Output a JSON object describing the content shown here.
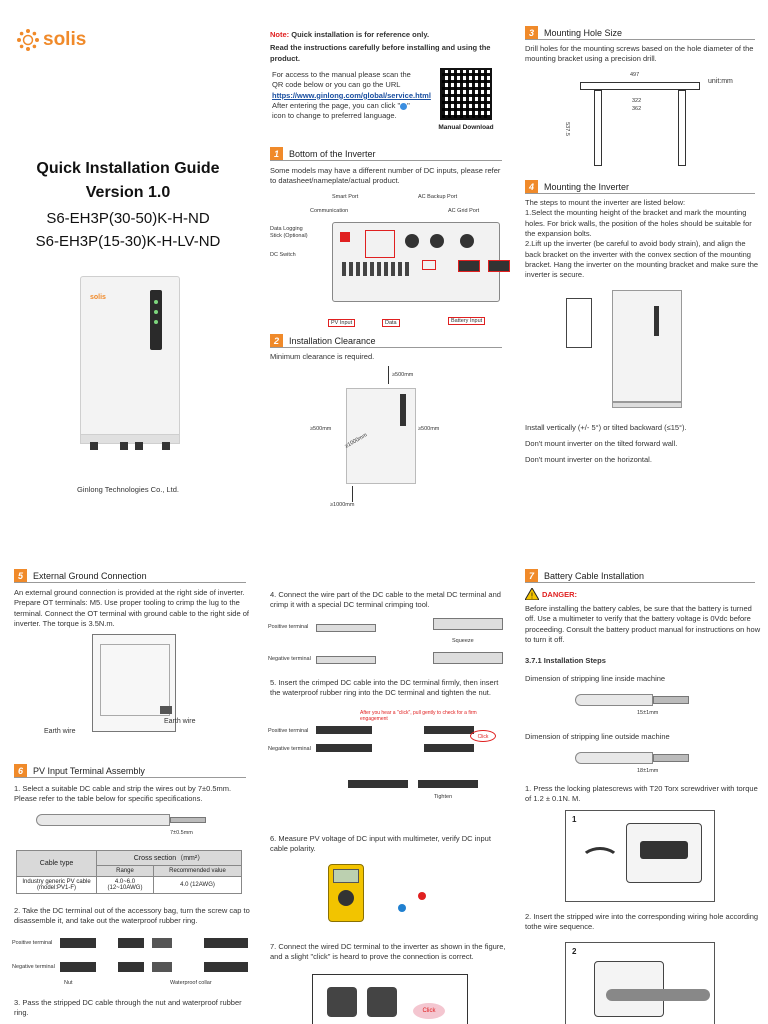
{
  "brand": {
    "logo_text": "solis",
    "color": "#f08a2a"
  },
  "cover": {
    "title": "Quick Installation Guide",
    "version": "Version 1.0",
    "model1": "S6-EH3P(30-50)K-H-ND",
    "model2": "S6-EH3P(15-30)K-H-LV-ND",
    "device_logo": "solis",
    "company": "Ginlong Technologies Co., Ltd."
  },
  "note": {
    "label": "Note:",
    "line1": "Quick installation is for reference only.",
    "line2": "Read the instructions carefully before installing and using the product.",
    "access_text": "For access to the manual please scan the QR code below or you can go the URL",
    "url": "https://www.ginlong.com/global/service.html",
    "after_text1": "After entering the page, you can click \"",
    "after_text2": "\" icon to change to preferred language.",
    "qr_label": "Manual Download"
  },
  "s1": {
    "num": "1",
    "title": "Bottom of the Inverter",
    "text": "Some models may have a different number of DC inputs, please refer to datasheet/nameplate/actual product.",
    "labels": {
      "smart_port": "Smart Port",
      "ac_backup": "AC Backup Port",
      "communication": "Communication",
      "ac_grid": "AC Grid Port",
      "logging1": "Data Logging",
      "logging2": "Stick (Optional)",
      "dc_switch": "DC Switch",
      "pv_input": "PV Input",
      "data": "Data",
      "battery_input": "Battery Input"
    }
  },
  "s2": {
    "num": "2",
    "title": "Installation Clearance",
    "text": "Minimum clearance is required.",
    "top": "≥500mm",
    "left": "≥500mm",
    "right": "≥500mm",
    "diag": "≥1000mm",
    "bottom": "≥1000mm"
  },
  "s3": {
    "num": "3",
    "title": "Mounting Hole Size",
    "text": "Drill holes for the mounting screws based on the hole diameter of the mounting bracket using a precision drill.",
    "unit": "unit:mm",
    "dim_top": "497",
    "dim_a": "322",
    "dim_b": "362",
    "dim_side": "537.5"
  },
  "s4": {
    "num": "4",
    "title": "Mounting the Inverter",
    "intro": "The steps to mount the inverter are listed below:",
    "step1": "1.Select the mounting height of the bracket and mark the mounting holes. For brick walls, the position of the holes should be suitable for the expansion bolts.",
    "step2": "2.Lift up the inverter (be careful to avoid body strain), and align the back bracket on the inverter with the convex section of the mounting bracket.  Hang the inverter on the mounting bracket and make sure the inverter is secure.",
    "note1": "Install vertically (+/- 5°) or tilted backward  (≤15°).",
    "note2": "Don't mount inverter on the tilted forward wall.",
    "note3": "Don't mount inverter on the horizontal."
  },
  "s5": {
    "num": "5",
    "title": "External Ground Connection",
    "text": "An external ground connection is provided at the right side of inverter. Prepare OT terminals: M5. Use proper tooling to crimp the lug to the terminal. Connect the OT terminal with ground cable to the right side of inverter. The torque is 3.5N.m.",
    "earth1": "Earth wire",
    "earth2": "Earth wire"
  },
  "s6": {
    "num": "6",
    "title": "PV Input Terminal Assembly",
    "step1": "1. Select a suitable DC cable and strip the wires out by 7±0.5mm. Please refer to the table below for specific specifications.",
    "strip": "7±0.5mm",
    "table": {
      "h_type": "Cable type",
      "h_cross": "Cross section（mm²）",
      "h_range": "Range",
      "h_rec": "Recommended value",
      "r_type1": "Industry generic PV cable",
      "r_type2": "(model:PV1-F)",
      "r_range1": "4.0~6.0",
      "r_range2": "(12~10AWG)",
      "r_rec": "4.0  (12AWG)"
    },
    "step2": "2. Take the DC terminal out of the accessory bag, turn the screw cap to disassemble it, and take out the waterproof rubber ring.",
    "pos": "Positive terminal",
    "neg": "Negative terminal",
    "nut": "Nut",
    "collar": "Waterproof collar",
    "step3": "3. Pass the stripped DC cable through the nut and waterproof rubber ring."
  },
  "mid": {
    "step4": "4. Connect the wire part of the DC cable to the metal DC terminal and crimp it with a special DC terminal crimping tool.",
    "pos": "Positive terminal",
    "neg": "Negative terminal",
    "squeeze": "Squeeze",
    "step5": "5. Insert the crimped DC cable into the DC terminal firmly, then insert the waterproof rubber ring into the DC terminal and tighten the nut.",
    "after_click": "After you hear a \"click\", pull gently to check for a firm engagement",
    "click": "Click",
    "tighten": "Tighten",
    "step6": "6. Measure PV voltage of DC input with multimeter, verify DC input cable polarity.",
    "step7": "7. Connect the wired DC terminal to the inverter as shown in the figure, and a slight \"click\" is heard to prove the connection is correct.",
    "click2": "Click"
  },
  "s7": {
    "num": "7",
    "title": "Battery Cable Installation",
    "danger": "DANGER:",
    "danger_text": "Before installing the battery cables, be sure that the battery is turned off. Use a multimeter to verify that the battery voltage is 0Vdc before proceeding. Consult the battery product manual for instructions on how to turn it off.",
    "steps_title": "3.7.1 Installation Steps",
    "inside": "Dimension of stripping line inside machine",
    "inside_dim": "15±1mm",
    "outside": "Dimension of stripping line outside machine",
    "outside_dim": "18±1mm",
    "step1": "1. Press the locking platescrews with T20 Torx screwdriver with torque of 1.2 ± 0.1N. M.",
    "fig1": "1",
    "step2": "2. Insert the stripped wire into the corresponding wiring hole according tothe wire sequence.",
    "fig2": "2"
  }
}
